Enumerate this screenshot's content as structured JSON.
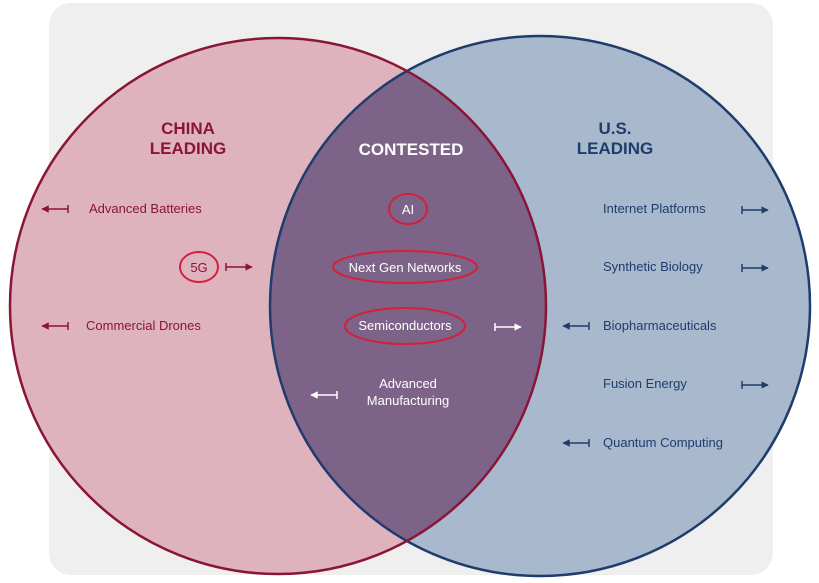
{
  "colors": {
    "panel": "#efefef",
    "china_fill": "#dfb3bd",
    "china_stroke": "#8a1536",
    "us_fill": "#a9b9cd",
    "us_stroke": "#1f3c6d",
    "overlap_fill": "#7d6388",
    "china_text": "#8a1536",
    "us_text": "#1f3c6d",
    "contested_text": "#ffffff",
    "highlight_ring": "#d3203b"
  },
  "china": {
    "title_line1": "CHINA",
    "title_line2": "LEADING",
    "items": [
      {
        "label": "Advanced Batteries",
        "arrow": "left"
      },
      {
        "label": "5G",
        "arrow": "right",
        "circled": true
      },
      {
        "label": "Commercial Drones",
        "arrow": "left"
      }
    ]
  },
  "contested": {
    "title": "CONTESTED",
    "items": [
      {
        "label": "AI",
        "circled": true
      },
      {
        "label": "Next Gen Networks",
        "circled": true
      },
      {
        "label": "Semiconductors",
        "circled": true,
        "arrow": "right"
      },
      {
        "label_line1": "Advanced",
        "label_line2": "Manufacturing",
        "arrow": "left"
      }
    ]
  },
  "us": {
    "title_line1": "U.S.",
    "title_line2": "LEADING",
    "items": [
      {
        "label": "Internet Platforms",
        "arrow": "right"
      },
      {
        "label": "Synthetic Biology",
        "arrow": "right"
      },
      {
        "label": "Biopharmaceuticals",
        "arrow": "left"
      },
      {
        "label": "Fusion Energy",
        "arrow": "right"
      },
      {
        "label": "Quantum Computing",
        "arrow": "left"
      }
    ]
  }
}
